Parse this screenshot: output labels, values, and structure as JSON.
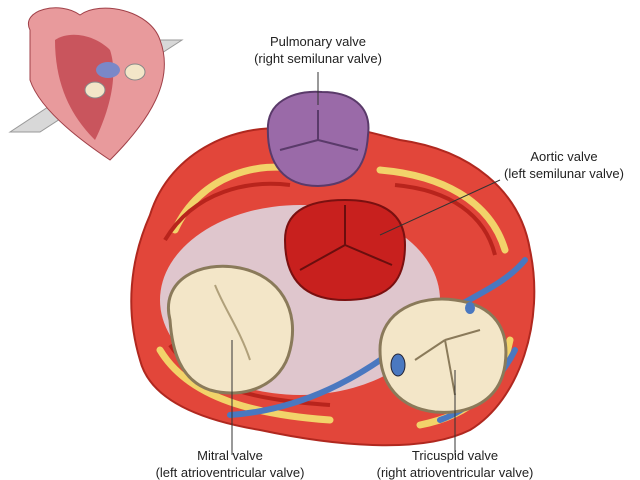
{
  "labels": {
    "pulmonary": {
      "name": "Pulmonary valve",
      "alt": "(right semilunar valve)"
    },
    "aortic": {
      "name": "Aortic valve",
      "alt": "(left semilunar valve)"
    },
    "mitral": {
      "name": "Mitral valve",
      "alt": "(left atrioventricular valve)"
    },
    "tricuspid": {
      "name": "Tricuspid valve",
      "alt": "(right atrioventricular valve)"
    }
  },
  "colors": {
    "tissue": "#e2463a",
    "fat": "#f2d36a",
    "pulmonary": "#9a6aa8",
    "aortic": "#c8201e",
    "av_valve": "#f3e6c8",
    "vessel": "#4a78c0"
  }
}
